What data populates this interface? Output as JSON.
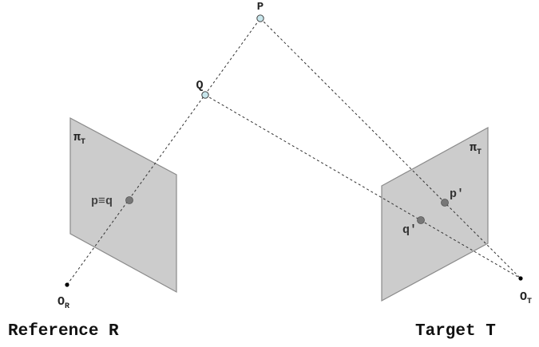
{
  "points": {
    "P": "P",
    "Q": "Q",
    "p_eq_q": "p≡q",
    "p_prime": "p'",
    "q_prime": "q'"
  },
  "planes": {
    "left": {
      "symbol": "π",
      "subscript": "T"
    },
    "right": {
      "symbol": "π",
      "subscript": "T"
    }
  },
  "centers": {
    "left": {
      "letter": "O",
      "subscript": "R"
    },
    "right": {
      "letter": "O",
      "subscript": "T"
    }
  },
  "captions": {
    "reference": "Reference R",
    "target": "Target T"
  },
  "colors": {
    "plane_fill": "#cccccc",
    "plane_stroke": "#888888",
    "scene_point_fill": "#c8e6ec",
    "image_point_fill": "#777777",
    "ray": "#333333"
  }
}
